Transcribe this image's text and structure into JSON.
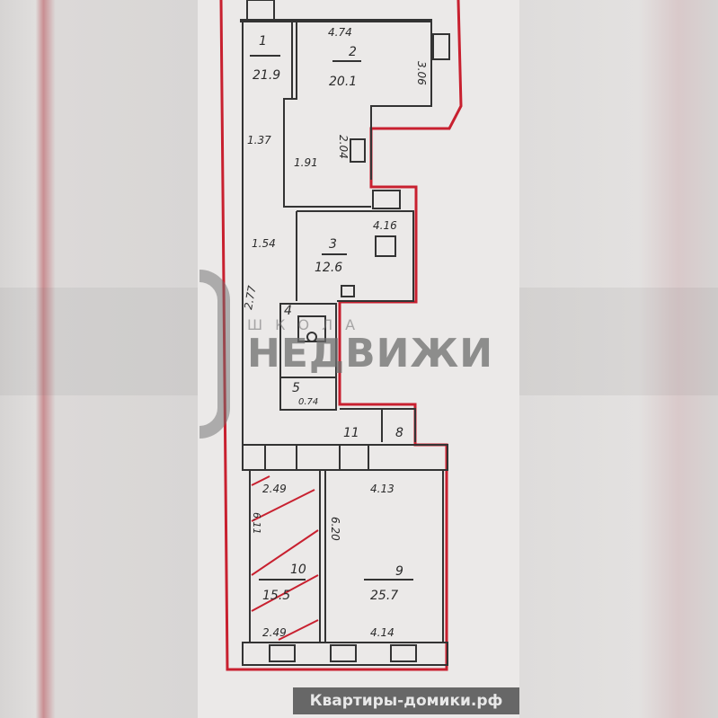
{
  "plan": {
    "rooms": [
      {
        "number": "1",
        "area": "21.9"
      },
      {
        "number": "2",
        "area": "20.1"
      },
      {
        "number": "3",
        "area": "12.6"
      },
      {
        "number": "4",
        "area": ""
      },
      {
        "number": "5",
        "area": ""
      },
      {
        "number": "8",
        "area": ""
      },
      {
        "number": "9",
        "area": "25.7"
      },
      {
        "number": "10",
        "area": "15.5"
      },
      {
        "number": "11",
        "area": ""
      }
    ],
    "dimensions": {
      "room2_width": "4.74",
      "room2_height": "3.06",
      "corridor_a": "1.37",
      "room2_lower_w": "1.91",
      "room2_lower_h": "2.04",
      "kitchen_width": "4.16",
      "corridor_b": "1.54",
      "corridor_c": "2.77",
      "room10_top": "2.49",
      "room10_bottom": "2.49",
      "room10_side": "6.11",
      "room9_top": "4.13",
      "room9_bottom": "4.14",
      "room9_side": "6.20",
      "bath_dim": "0.74"
    },
    "colors": {
      "outline": "#c8202f",
      "walls": "#333333",
      "hatch": "#c8202f"
    }
  },
  "watermark": {
    "small": "ШКОЛА",
    "big": "НЕДВИЖИ"
  },
  "site_label": "Квартиры-домики.рф"
}
